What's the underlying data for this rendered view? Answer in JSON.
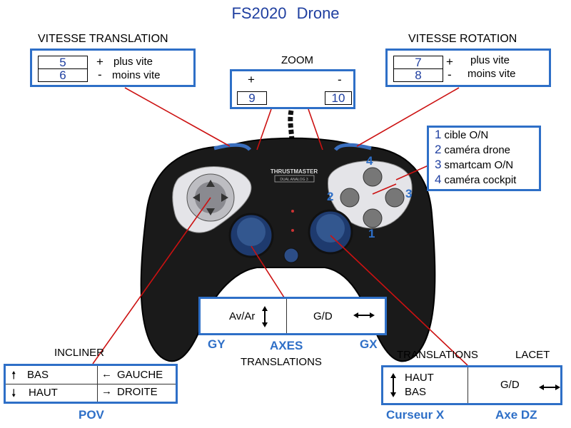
{
  "title": {
    "part1": "FS2020",
    "part2": "Drone"
  },
  "translation_speed": {
    "label": "VITESSE TRANSLATION",
    "rows": [
      {
        "key": "5",
        "sign": "+",
        "text": "plus vite"
      },
      {
        "key": "6",
        "sign": "-",
        "text": "moins vite"
      }
    ]
  },
  "zoom": {
    "label": "ZOOM",
    "plus": {
      "sign": "+",
      "key": "9"
    },
    "minus": {
      "sign": "-",
      "key": "10"
    }
  },
  "rotation_speed": {
    "label": "VITESSE ROTATION",
    "rows": [
      {
        "key": "7",
        "sign": "+",
        "text": "plus vite"
      },
      {
        "key": "8",
        "sign": "-",
        "text": "moins vite"
      }
    ]
  },
  "buttons": {
    "items": [
      {
        "num": "1",
        "text": "cible O/N"
      },
      {
        "num": "2",
        "text": "caméra drone"
      },
      {
        "num": "3",
        "text": "smartcam O/N"
      },
      {
        "num": "4",
        "text": "caméra cockpit"
      }
    ]
  },
  "controller": {
    "brand": "THRUSTMASTER",
    "model": "DUAL ANALOG 3"
  },
  "axes": {
    "left_text": "Av/Ar",
    "right_text": "G/D",
    "gy": "GY",
    "center": "AXES",
    "gx": "GX",
    "subtitle": "TRANSLATIONS"
  },
  "pov": {
    "title": "INCLINER",
    "bas": "BAS",
    "haut": "HAUT",
    "gauche": "GAUCHE",
    "droite": "DROITE",
    "label": "POV"
  },
  "right_stick": {
    "title_left": "TRANSLATIONS",
    "title_right": "LACET",
    "haut": "HAUT",
    "bas": "BAS",
    "gd": "G/D",
    "label_left": "Curseur X",
    "label_right": "Axe DZ"
  },
  "colors": {
    "accent": "#2e6fc7",
    "title": "#1f3fa0",
    "leader": "#cc1111"
  }
}
